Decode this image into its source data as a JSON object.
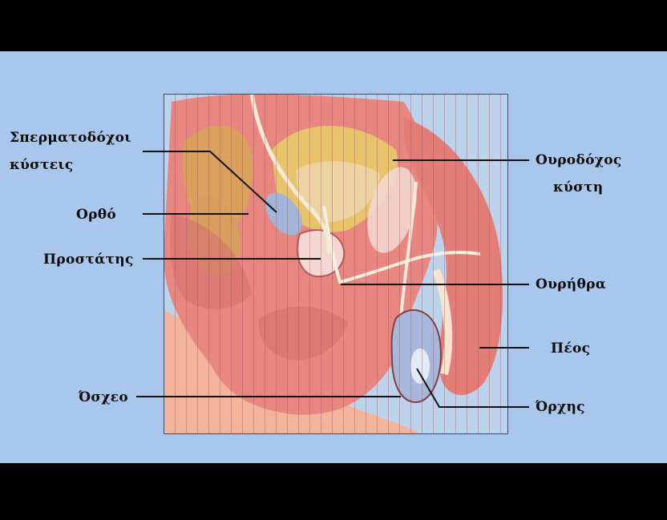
{
  "labels": {
    "seminal": [
      "Σπερματοδόχοι",
      "κύστεις"
    ],
    "rectum": "Ορθό",
    "prostate": "Προστάτης",
    "bone": "Όσχεο",
    "bladder": [
      "Ουροδόχος",
      "κύστη"
    ],
    "urethra": "Ουρήθρα",
    "penis": "Πέος",
    "testis": "Όρχης"
  },
  "colors": {
    "panel": "#a9c7ec",
    "frame": "#000000",
    "tissue": "#e8877f",
    "tissue_dark": "#cf6a64",
    "skin": "#f2b49a",
    "rectum": "#d9a15b",
    "bladder": "#e7c36a",
    "gland_blue": "#9fb5d9",
    "line": "#111111"
  }
}
